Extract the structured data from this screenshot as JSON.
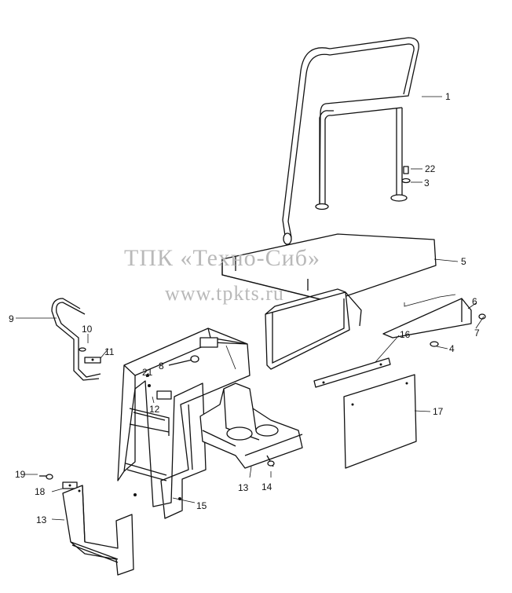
{
  "watermark": {
    "line1": "ТПК «Техно-Сиб»",
    "line2": "www.tpkts.ru"
  },
  "callouts": {
    "c1": "1",
    "c2": "22",
    "c3": "3",
    "c4": "4",
    "c5": "5",
    "c6": "6",
    "c7": "7",
    "c8": "8",
    "c9": "9",
    "c10": "10",
    "c11": "11",
    "c12": "12",
    "c13a": "13",
    "c13b": "13",
    "c14": "14",
    "c15": "15",
    "c16": "16",
    "c17": "17",
    "c18": "18",
    "c19": "19",
    "c21": "21"
  }
}
